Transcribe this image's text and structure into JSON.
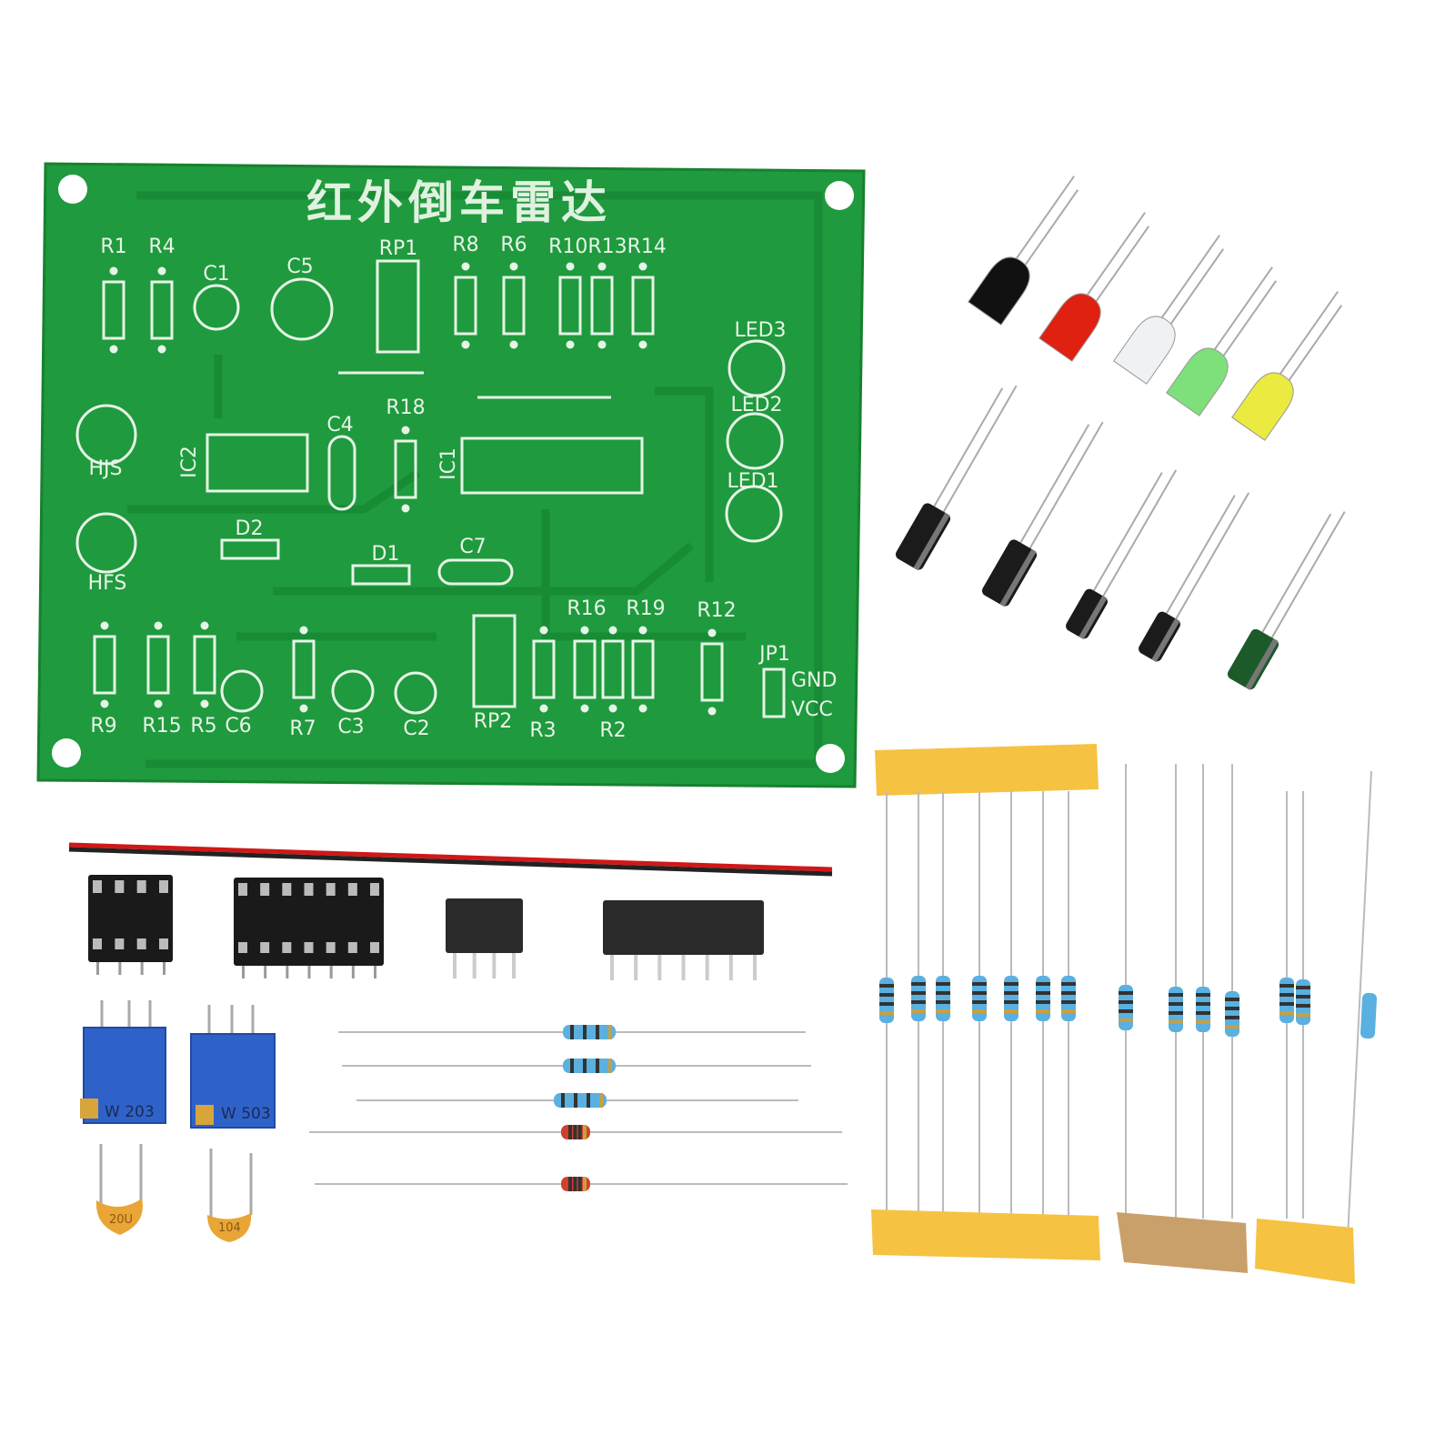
{
  "pcb": {
    "title": "红外倒车雷达",
    "labels": {
      "r1": "R1",
      "r4": "R4",
      "c1": "C1",
      "c5": "C5",
      "rp1": "RP1",
      "r8": "R8",
      "r6": "R6",
      "r10r13r14": "R10R13R14",
      "led3": "LED3",
      "led2": "LED2",
      "led1": "LED1",
      "hjs": "HJS",
      "ic2": "IC2",
      "c4": "C4",
      "r18": "R18",
      "ic1": "IC1",
      "d2": "D2",
      "d1": "D1",
      "c7": "C7",
      "hfs": "HFS",
      "r16": "R16",
      "r19": "R19",
      "r12": "R12",
      "jp1": "JP1",
      "gnd": "GND",
      "vcc": "VCC",
      "r9": "R9",
      "r15": "R15",
      "r5": "R5",
      "c6": "C6",
      "r7": "R7",
      "c3": "C3",
      "c2": "C2",
      "rp2": "RP2",
      "r3": "R3",
      "r2": "R2"
    },
    "color": "#1f9a3e"
  },
  "parts": {
    "pot_1_marking": "W 203",
    "pot_2_marking": "W 503",
    "ceramic_cap_1_marking": "20U",
    "ceramic_cap_2_marking": "104",
    "led_colors": [
      "#111111",
      "#e02010",
      "#eef2f4",
      "#7ee07a",
      "#eaea40"
    ],
    "tape_color": "#f5c242"
  }
}
